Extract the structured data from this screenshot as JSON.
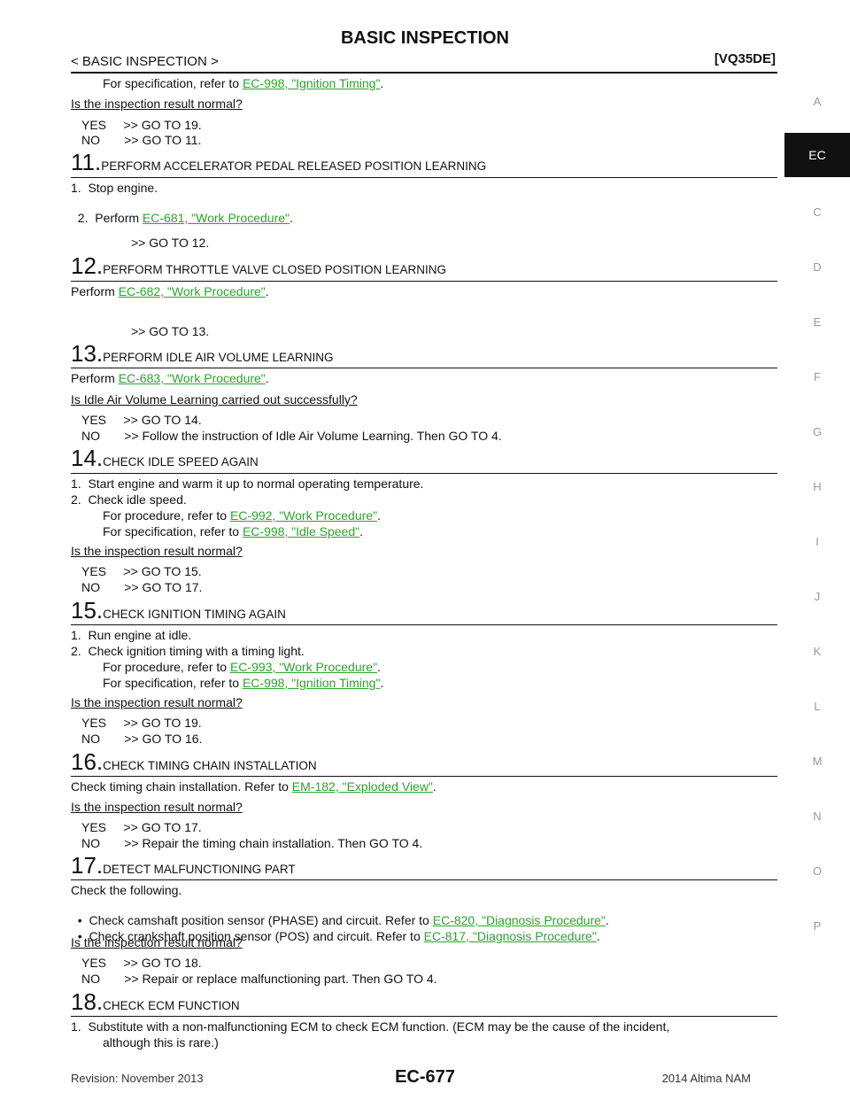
{
  "header": {
    "title": "BASIC INSPECTION",
    "section": "< BASIC INSPECTION >",
    "engine": "[VQ35DE]"
  },
  "sidebar": {
    "letters": [
      "A",
      "EC",
      "C",
      "D",
      "E",
      "F",
      "G",
      "H",
      "I",
      "J",
      "K",
      "L",
      "M",
      "N",
      "O",
      "P"
    ],
    "active": "EC"
  },
  "content": {
    "l1_pre": "For specification, refer to ",
    "l1_link": "EC-998, \"Ignition Timing\"",
    "l1_post": ".",
    "q10": "Is the inspection result normal?",
    "yes10": "YES     >> GO TO 19.",
    "no10": "NO       >> GO TO 11.",
    "s11_num": "11.",
    "s11_title": "PERFORM ACCELERATOR PEDAL RELEASED POSITION LEARNING",
    "s11_a": "1.  Stop engine.",
    "s11_b_pre": "2.  Perform ",
    "s11_b_link": "EC-681, \"Work Procedure\"",
    "s11_b_post": ".",
    "s11_go": ">> GO TO 12.",
    "s12_num": "12.",
    "s12_title": "PERFORM THROTTLE VALVE CLOSED POSITION LEARNING",
    "s12_a_pre": "Perform ",
    "s12_a_link": "EC-682, \"Work Procedure\"",
    "s12_a_post": ".",
    "s12_go": ">> GO TO 13.",
    "s13_num": "13.",
    "s13_title": "PERFORM IDLE AIR VOLUME LEARNING",
    "s13_a_pre": "Perform ",
    "s13_a_link": "EC-683, \"Work Procedure\"",
    "s13_a_post": ".",
    "s13_q": "Is Idle Air Volume Learning carried out successfully?",
    "s13_yes": "YES     >> GO TO 14.",
    "s13_no": "NO       >> Follow the instruction of Idle Air Volume Learning. Then GO TO 4.",
    "s14_num": "14.",
    "s14_title": "CHECK IDLE SPEED AGAIN",
    "s14_a": "1.  Start engine and warm it up to normal operating temperature.",
    "s14_b": "2.  Check idle speed.",
    "s14_c_pre": "For procedure, refer to ",
    "s14_c_link": "EC-992, \"Work Procedure\"",
    "s14_c_post": ".",
    "s14_d_pre": "For specification, refer to ",
    "s14_d_link": "EC-998, \"Idle Speed\"",
    "s14_d_post": ".",
    "s14_q": "Is the inspection result normal?",
    "s14_yes": "YES     >> GO TO 15.",
    "s14_no": "NO       >> GO TO 17.",
    "s15_num": "15.",
    "s15_title": "CHECK IGNITION TIMING AGAIN",
    "s15_a": "1.  Run engine at idle.",
    "s15_b": "2.  Check ignition timing with a timing light.",
    "s15_c_pre": "For procedure, refer to ",
    "s15_c_link": "EC-993, \"Work Procedure\"",
    "s15_c_post": ".",
    "s15_d_pre": "For specification, refer to ",
    "s15_d_link": "EC-998, \"Ignition Timing\"",
    "s15_d_post": ".",
    "s15_q": "Is the inspection result normal?",
    "s15_yes": "YES     >> GO TO 19.",
    "s15_no": "NO       >> GO TO 16.",
    "s16_num": "16.",
    "s16_title": "CHECK TIMING CHAIN INSTALLATION",
    "s16_a_pre": "Check timing chain installation. Refer to ",
    "s16_a_link": "EM-182, \"Exploded View\"",
    "s16_a_post": ".",
    "s16_q": "Is the inspection result normal?",
    "s16_yes": "YES     >> GO TO 17.",
    "s16_no": "NO       >> Repair the timing chain installation. Then GO TO 4.",
    "s17_num": "17.",
    "s17_title": "DETECT MALFUNCTIONING PART",
    "s17_a": "Check the following.",
    "s17_b_pre": "•  Check camshaft position sensor (PHASE) and circuit. Refer to ",
    "s17_b_link": "EC-820, \"Diagnosis Procedure\"",
    "s17_b_post": ".",
    "s17_c_pre": "•  Check crankshaft position sensor (POS) and circuit. Refer to ",
    "s17_c_link": "EC-817, \"Diagnosis Procedure\"",
    "s17_c_post": ".",
    "s17_q": "Is the inspection result normal?",
    "s17_yes": "YES     >> GO TO 18.",
    "s17_no": "NO       >> Repair or replace malfunctioning part. Then GO TO 4.",
    "s18_num": "18.",
    "s18_title": "CHECK ECM FUNCTION",
    "s18_a": "1.  Substitute with a non-malfunctioning ECM to check ECM function. (ECM may be the cause of the incident,",
    "s18_b": "although this is rare.)"
  },
  "footer": {
    "revision": "Revision: November 2013",
    "page": "EC-677",
    "model": "2014 Altima NAM"
  }
}
